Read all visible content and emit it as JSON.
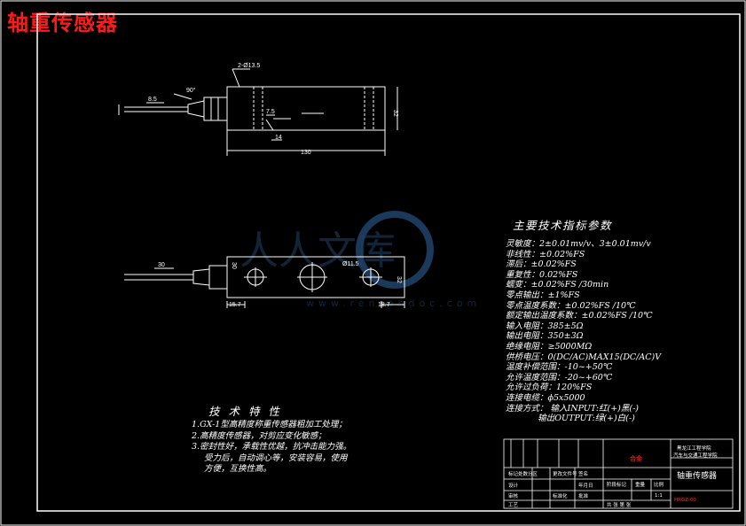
{
  "title": "轴重传感器",
  "drawing": {
    "top_view_dims": {
      "holes": "2-Ø13.5",
      "angle": "90°",
      "cable_len": "8.5",
      "notch": "7.5",
      "step": "14",
      "height": "32",
      "length": "130"
    },
    "bottom_view_dims": {
      "cable": "30",
      "hole": "Ø11.5",
      "left_offset": "15.7",
      "right_offset": "18.7",
      "height": "32",
      "left_label": "30"
    }
  },
  "specs": {
    "title": "主要技术指标参数",
    "lines": [
      "灵敏度：2±0.01mv/v、3±0.01mv/v",
      "非线性：±0.02%FS",
      "滞后：±0.02%FS",
      "重复性：0.02%FS",
      "蠕变：±0.02%FS /30min",
      "零点输出：±1%FS",
      "零点温度系数：±0.02%FS /10℃",
      "额定输出温度系数：±0.02%FS /10℃",
      "输入电阻：385±5Ω",
      "输出电阻：350±3Ω",
      "绝缘电阻：≥5000MΩ",
      "供桥电压：0(DC/AC)MAX15(DC/AC)V",
      "温度补偿范围：-10~+50℃",
      "允许温度范围：-20~+60℃",
      "允许过负荷：120%FS",
      "连接电缆：ϕ5x5000",
      "连接方式：  输入INPUT:红(+)黑(-)",
      "            输出OUTPUT:绿(+)白(-)"
    ]
  },
  "tech": {
    "title": "技 术 特 性",
    "lines": [
      "1.GX-1型高精度称重传感器粗加工处理；",
      "2.高精度传感器，对剪应变化敏感；",
      "3.密封性好，承载性优越，抗冲击能力强。",
      "受力后，自动调心等，安装容易，使用",
      "方便，互换性高。"
    ]
  },
  "title_block": {
    "material": "合金",
    "school": "黑龙江工程学院",
    "dept": "汽车与交通工程学院",
    "name": "轴重传感器",
    "scale": "1:1",
    "code": "HRGZ-00",
    "row_labels": [
      "标记处数分区",
      "设计",
      "审核",
      "工艺"
    ],
    "col_labels": [
      "阶段标记",
      "重量",
      "比例"
    ],
    "extra": [
      "更改文件号",
      "签名",
      "年月日",
      "标准化",
      "批准",
      "共 张 第 张"
    ]
  },
  "watermark": {
    "brand": "人人文库",
    "url": "www.renrendoc.com"
  }
}
